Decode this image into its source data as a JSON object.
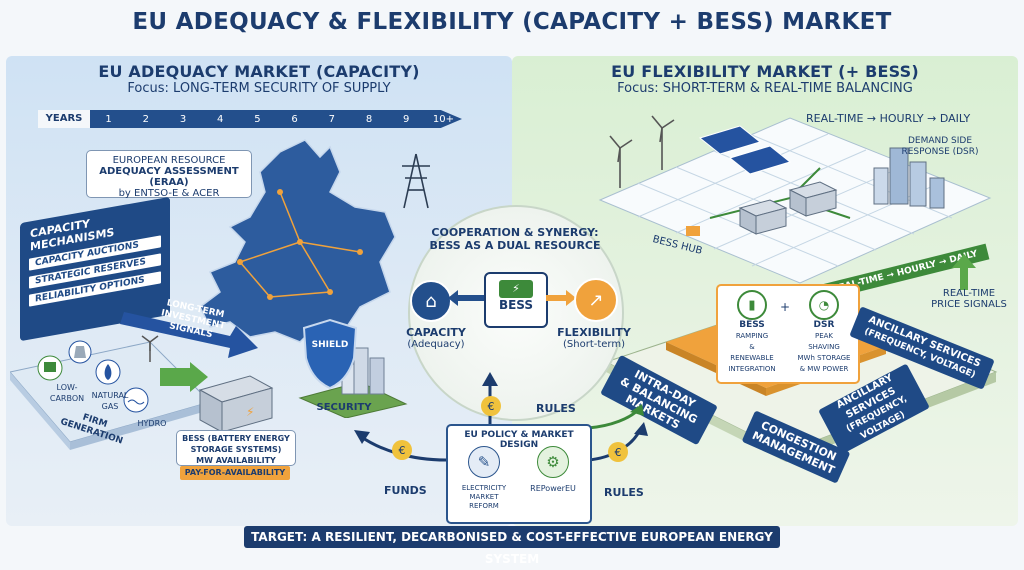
{
  "title": "EU ADEQUACY & FLEXIBILITY (CAPACITY + BESS) MARKET",
  "left": {
    "heading": "EU ADEQUACY MARKET (CAPACITY)",
    "focus_prefix": "Focus: ",
    "focus": "LONG-TERM SECURITY OF SUPPLY",
    "years_label": "YEARS",
    "years": [
      "1",
      "2",
      "3",
      "4",
      "5",
      "6",
      "7",
      "8",
      "9",
      "10+"
    ],
    "eraa": {
      "line1": "EUROPEAN RESOURCE",
      "line2": "ADEQUACY ASSESSMENT (ERAA)",
      "line3": "by ENTSO-E & ACER"
    },
    "capacity_mechanisms": {
      "title1": "CAPACITY",
      "title2": "MECHANISMS",
      "items": [
        "CAPACITY AUCTIONS",
        "STRATEGIC RESERVES",
        "RELIABILITY OPTIONS"
      ]
    },
    "investment_signals": {
      "line1": "LONG-TERM",
      "line2": "INVESTMENT SIGNALS"
    },
    "generation": {
      "low_carbon": "LOW-CARBON",
      "natural_gas": "NATURAL GAS",
      "hydro": "HYDRO",
      "firm": "FIRM GENERATION"
    },
    "shield_label": "SHIELD",
    "security": "SECURITY",
    "bess_box": {
      "line1": "BESS (BATTERY ENERGY",
      "line2": "STORAGE SYSTEMS)",
      "line3": "MW AVAILABILITY",
      "tag": "PAY-FOR-AVAILABILITY"
    }
  },
  "right": {
    "heading": "EU FLEXIBILITY MARKET (+ BESS)",
    "focus_prefix": "Focus: ",
    "focus": "SHORT-TERM & REAL-TIME BALANCING",
    "timeline_top": "REAL-TIME → HOURLY → DAILY",
    "timeline_band": "REAL-TIME → HOURLY → DAILY",
    "dsr": {
      "line1": "DEMAND SIDE",
      "line2": "RESPONSE (DSR)"
    },
    "bess_hub": "BESS HUB",
    "price_signals": {
      "line1": "REAL-TIME",
      "line2": "PRICE SIGNALS"
    },
    "bess_card": {
      "title": "BESS",
      "l1": "RAMPING",
      "l2": "&",
      "l3": "RENEWABLE",
      "l4": "INTEGRATION"
    },
    "plus": "+",
    "dsr_card": {
      "title": "DSR",
      "l1": "PEAK",
      "l2": "SHAVING",
      "l3": "MWh STORAGE",
      "l4": "& MW POWER"
    },
    "ancillary_top": {
      "line1": "ANCILLARY SERVICES",
      "line2": "(FREQUENCY, VOLTAGE)"
    },
    "ancillary_mid": {
      "line1": "ANCILLARY",
      "line2": "SERVICES",
      "line3": "(FREQUENCY,",
      "line4": "VOLTAGE)"
    },
    "intraday": {
      "line1": "INTRA-DAY",
      "line2": "& BALANCING",
      "line3": "MARKETS"
    },
    "congestion": {
      "line1": "CONGESTION",
      "line2": "MANAGEMENT"
    }
  },
  "center": {
    "title1": "COOPERATION & SYNERGY:",
    "title2": "BESS AS A DUAL RESOURCE",
    "capacity": "CAPACITY",
    "capacity_sub": "(Adequacy)",
    "bess": "BESS",
    "flexibility": "FLEXIBILITY",
    "flexibility_sub": "(Short-term)"
  },
  "policy": {
    "title": "EU POLICY & MARKET DESIGN",
    "item1_line1": "ELECTRICITY",
    "item1_line2": "MARKET REFORM",
    "item2": "REPowerEU",
    "rules_top": "RULES",
    "rules_bottom": "RULES",
    "funds": "FUNDS",
    "euro": "€"
  },
  "target": "TARGET: A RESILIENT, DECARBONISED & COST-EFFECTIVE EUROPEAN ENERGY SYSTEM",
  "colors": {
    "navy": "#1c3c6e",
    "blue": "#1f4a86",
    "green": "#3d8a3a",
    "orange": "#f0a23c"
  }
}
